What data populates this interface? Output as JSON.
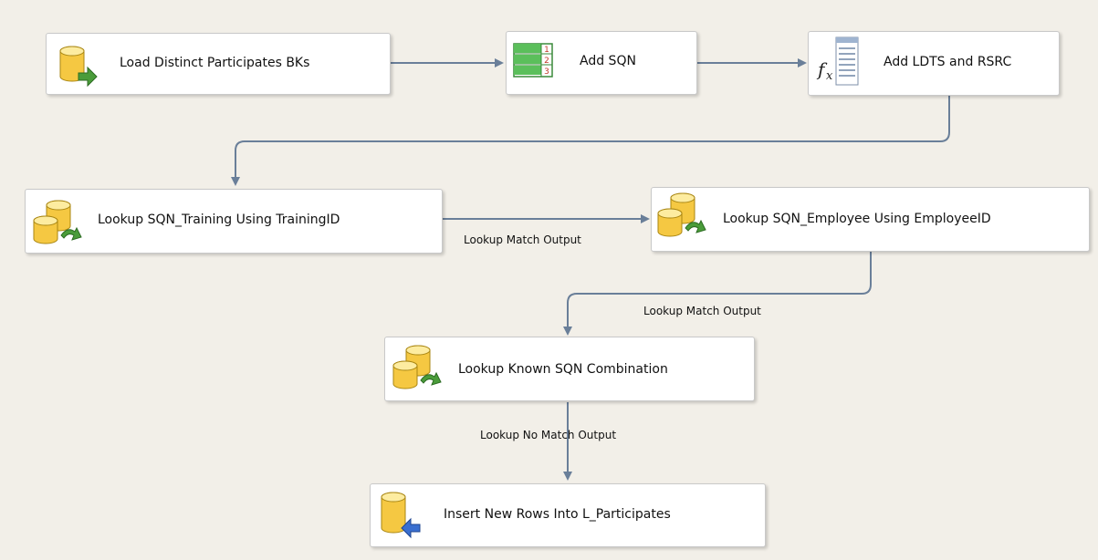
{
  "nodes": {
    "load": {
      "label": "Load Distinct Participates BKs",
      "icon": "database-source-icon"
    },
    "add_sqn": {
      "label": "Add SQN",
      "icon": "row-number-icon"
    },
    "add_ldts": {
      "label": "Add LDTS and RSRC",
      "icon": "derived-column-icon"
    },
    "lookup_training": {
      "label": "Lookup SQN_Training Using TrainingID",
      "icon": "lookup-icon"
    },
    "lookup_employee": {
      "label": "Lookup SQN_Employee Using EmployeeID",
      "icon": "lookup-icon"
    },
    "lookup_known": {
      "label": "Lookup Known SQN Combination",
      "icon": "lookup-icon"
    },
    "insert": {
      "label": "Insert New Rows Into L_Participates",
      "icon": "database-destination-icon"
    }
  },
  "connections": {
    "match1": "Lookup Match Output",
    "match2": "Lookup Match Output",
    "nomatch": "Lookup No Match Output"
  },
  "colors": {
    "background": "#f2efe8",
    "connector": "#6a7f99",
    "db_body": "#f5c842",
    "db_arrow_green": "#4a9c3a",
    "db_arrow_blue": "#3a6fd0"
  }
}
